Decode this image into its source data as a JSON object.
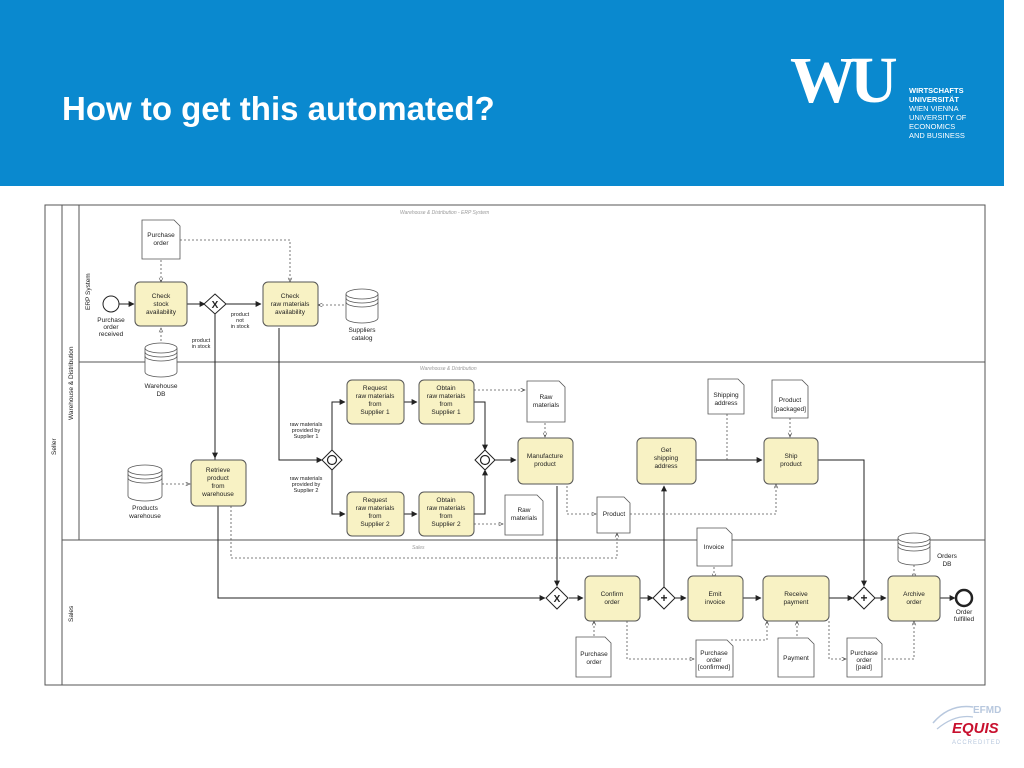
{
  "header": {
    "title": "How to get this automated?",
    "bg_color": "#0a89cf"
  },
  "logo": {
    "mark": "WU",
    "lines": [
      "WIRTSCHAFTS",
      "UNIVERSITÄT",
      "WIEN VIENNA",
      "UNIVERSITY OF",
      "ECONOMICS",
      "AND BUSINESS"
    ]
  },
  "accreditation": {
    "org": "EFMD",
    "name": "EQUIS",
    "sub": "ACCREDITED",
    "color": "#c8102e"
  },
  "diagram": {
    "pools": {
      "seller": "Seller",
      "warehouse_distribution": "Warehouse & Distribution",
      "erp_system": "ERP System",
      "sales": "Sales"
    },
    "group_labels": {
      "erp": "Warehouse & Distribution - ERP System",
      "wd": "Warehouse & Distribution",
      "sales": "Sales"
    },
    "tasks": {
      "check_stock": [
        "Check",
        "stock",
        "availability"
      ],
      "check_raw": [
        "Check",
        "raw materials",
        "availability"
      ],
      "retrieve": [
        "Retrieve",
        "product",
        "from",
        "warehouse"
      ],
      "request1": [
        "Request",
        "raw materials",
        "from",
        "Supplier 1"
      ],
      "obtain1": [
        "Obtain",
        "raw materials",
        "from",
        "Supplier 1"
      ],
      "request2": [
        "Request",
        "raw materials",
        "from",
        "Supplier 2"
      ],
      "obtain2": [
        "Obtain",
        "raw materials",
        "from",
        "Supplier 2"
      ],
      "manufacture": [
        "Manufacture",
        "product"
      ],
      "get_shipping": [
        "Get",
        "shipping",
        "address"
      ],
      "ship": [
        "Ship",
        "product"
      ],
      "confirm": [
        "Confirm",
        "order"
      ],
      "emit_invoice": [
        "Emit",
        "invoice"
      ],
      "receive_payment": [
        "Receive",
        "payment"
      ],
      "archive": [
        "Archive",
        "order"
      ]
    },
    "data_objects": {
      "purchase_order_top": [
        "Purchase",
        "order"
      ],
      "raw_materials_1": [
        "Raw",
        "materials"
      ],
      "raw_materials_2": [
        "Raw",
        "materials"
      ],
      "shipping_address": [
        "Shipping",
        "address"
      ],
      "product_packaged": [
        "Product",
        "[packaged]"
      ],
      "product": [
        "Product"
      ],
      "invoice": [
        "Invoice"
      ],
      "purchase_order_bottom": [
        "Purchase",
        "order"
      ],
      "po_confirmed": [
        "Purchase",
        "order",
        "[confirmed]"
      ],
      "payment": [
        "Payment"
      ],
      "po_paid": [
        "Purchase",
        "order",
        "[paid]"
      ]
    },
    "data_stores": {
      "warehouse_db": [
        "Warehouse",
        "DB"
      ],
      "suppliers_catalog": [
        "Suppliers",
        "catalog"
      ],
      "products_warehouse": [
        "Products",
        "warehouse"
      ],
      "orders_db": [
        "Orders",
        "DB"
      ]
    },
    "events": {
      "start": [
        "Purchase",
        "order",
        "received"
      ],
      "end": [
        "Order",
        "fulfilled"
      ]
    },
    "flow_labels": {
      "in_stock": [
        "product",
        "in stock"
      ],
      "not_in_stock": [
        "product",
        "not",
        "in stock"
      ],
      "by_supplier1": [
        "raw materials",
        "provided by",
        "Supplier 1"
      ],
      "by_supplier2": [
        "raw materials",
        "provided by",
        "Supplier 2"
      ]
    }
  }
}
